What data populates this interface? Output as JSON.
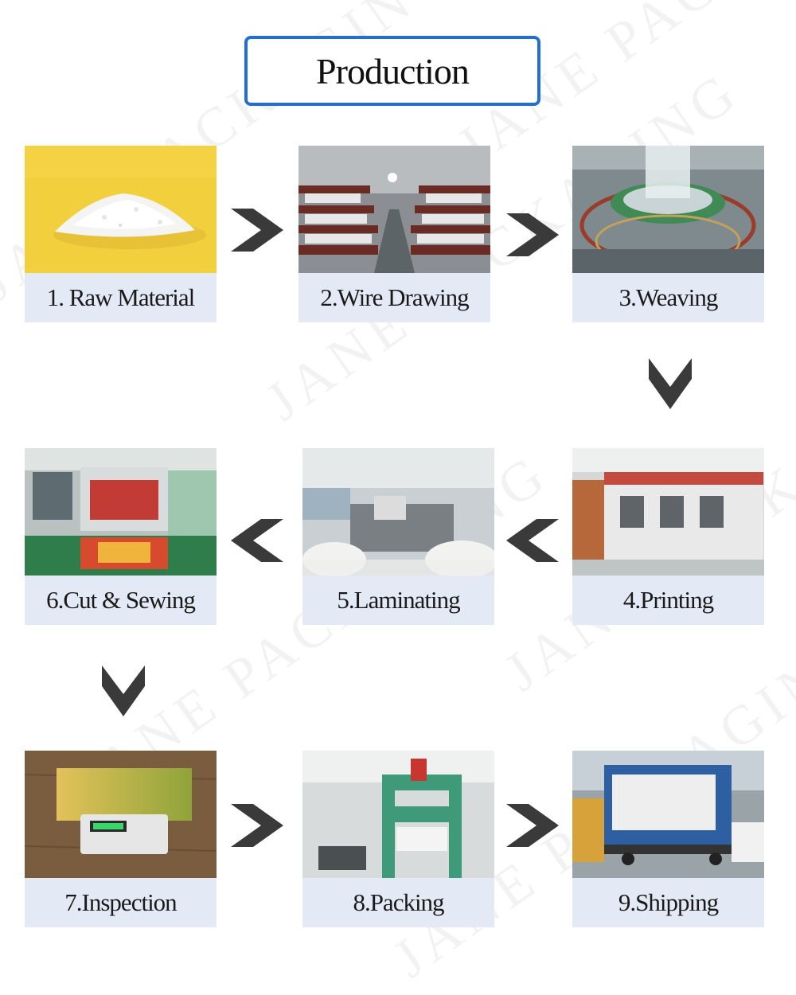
{
  "title": "Production",
  "watermark": "JANE PACKAGING",
  "steps": [
    {
      "label": "1. Raw Material"
    },
    {
      "label": "2.Wire Drawing"
    },
    {
      "label": "3.Weaving"
    },
    {
      "label": "4.Printing"
    },
    {
      "label": "5.Laminating"
    },
    {
      "label": "6.Cut & Sewing"
    },
    {
      "label": "7.Inspection"
    },
    {
      "label": "8.Packing"
    },
    {
      "label": "9.Shipping"
    }
  ],
  "colors": {
    "title_border": "#1f6fd6",
    "caption_bg": "#e4eaf5",
    "arrow": "#3a3a3a",
    "raw_material_bg": "#f2cf3c"
  }
}
